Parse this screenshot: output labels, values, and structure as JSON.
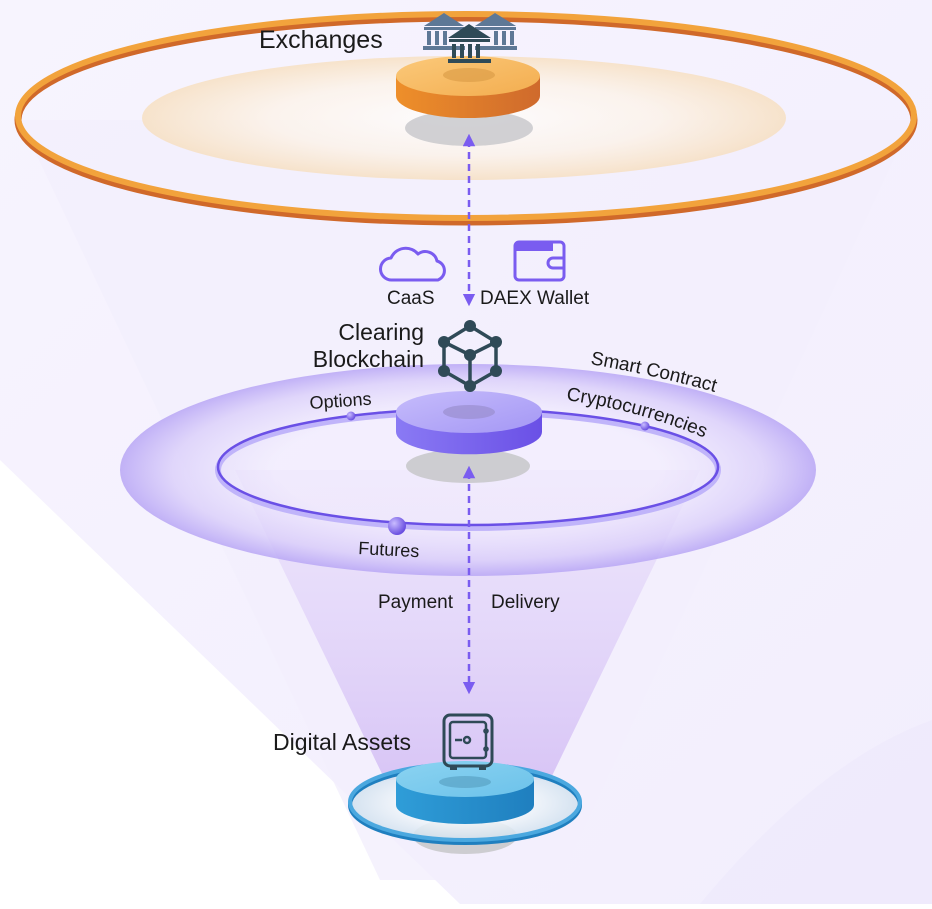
{
  "diagram": {
    "title": "DAEX clearing ecosystem",
    "layers": [
      {
        "id": "exchanges",
        "label": "Exchanges",
        "icon": "bank-building-icon",
        "color": "#F0A23C"
      },
      {
        "id": "clearing",
        "label_line1": "Clearing",
        "label_line2": "Blockchain",
        "icon": "blockchain-cube-icon",
        "color": "#8E7BF0"
      },
      {
        "id": "assets",
        "label": "Digital Assets",
        "icon": "safe-vault-icon",
        "color": "#4BA8DF"
      }
    ],
    "services": [
      {
        "label": "CaaS",
        "icon": "cloud-icon"
      },
      {
        "label": "DAEX Wallet",
        "icon": "wallet-icon"
      }
    ],
    "orbit": {
      "outer_label": "Smart Contract",
      "items": [
        "Options",
        "Cryptocurrencies",
        "Futures"
      ]
    },
    "flows": {
      "left": "Payment",
      "right": "Delivery"
    },
    "colors": {
      "accent_purple": "#7A5CF0",
      "orange": "#F0A23C",
      "orange_dark": "#D0692A",
      "blue": "#4BA8DF",
      "icon_dark": "#2F4A57",
      "icon_slate": "#5E7896"
    }
  }
}
